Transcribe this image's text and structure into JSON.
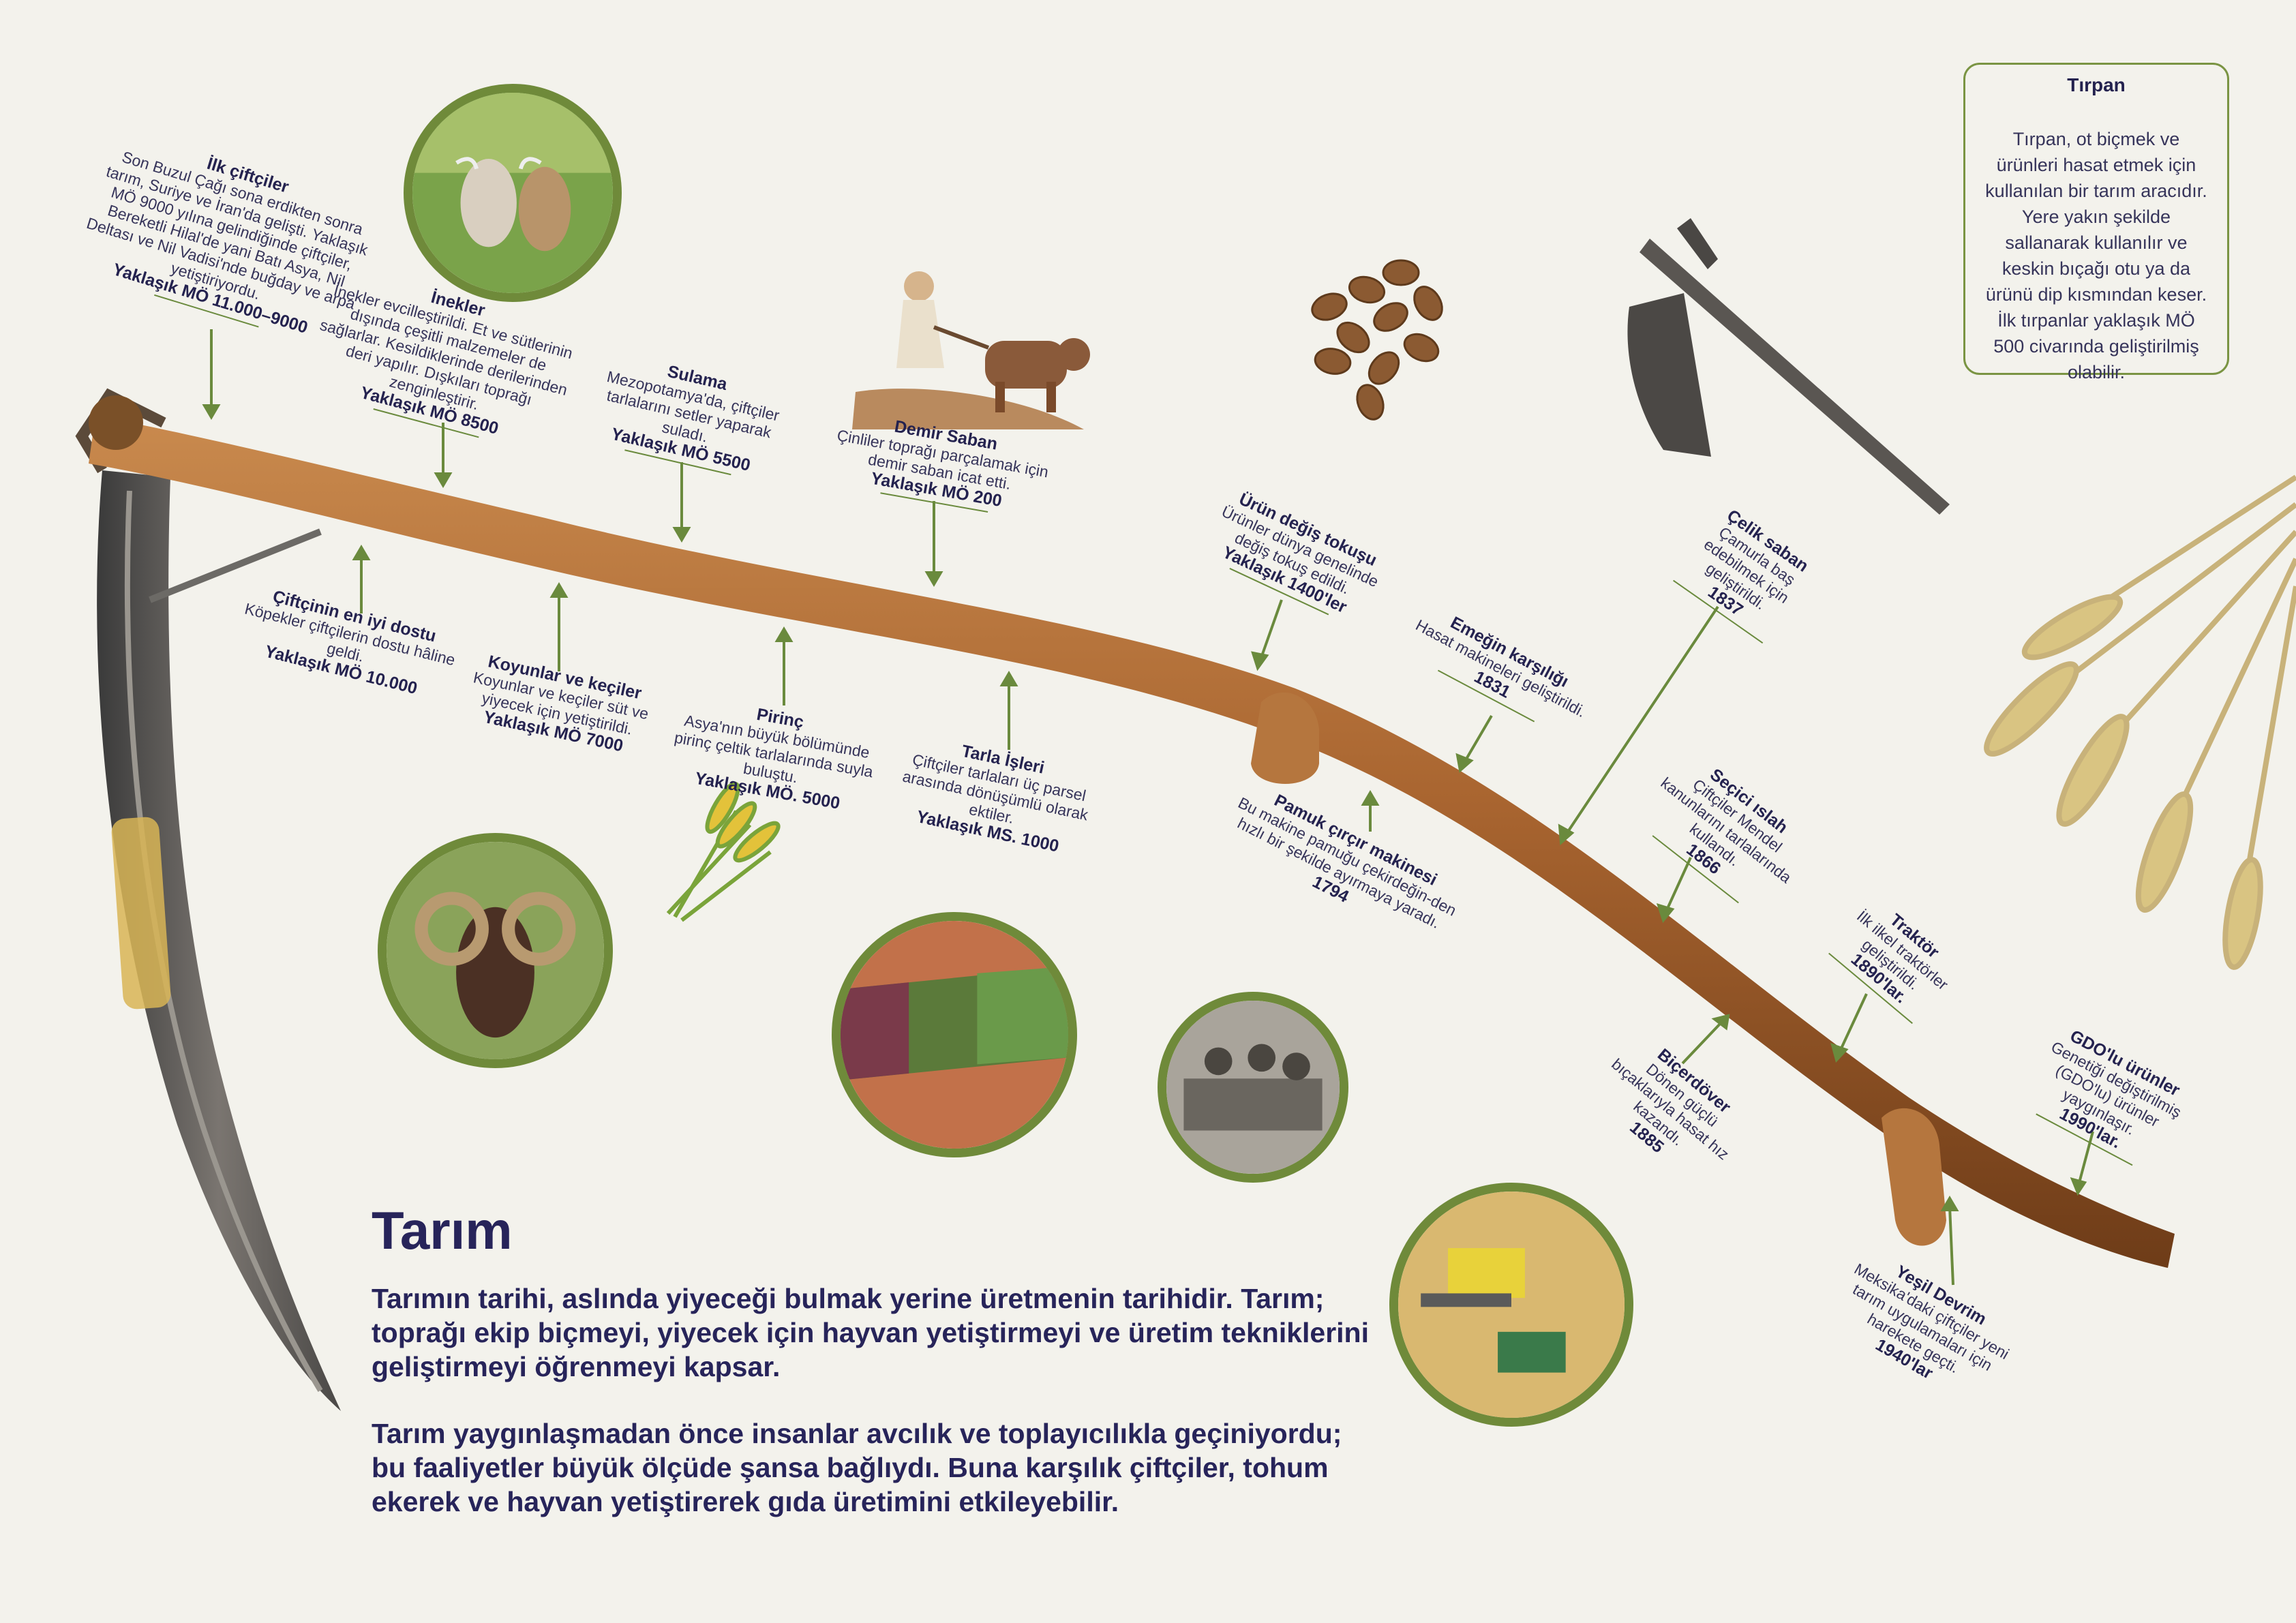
{
  "info_box": {
    "title": "Tırpan",
    "text": "Tırpan, ot biçmek ve ürünleri hasat etmek için kullanılan bir tarım aracıdır. Yere yakın şekilde sallanarak kullanılır ve keskin bıçağı otu ya da ürünü dip kısmından keser. İlk tırpanlar yaklaşık MÖ 500 civarında geliştirilmiş olabilir."
  },
  "main": {
    "title": "Tarım",
    "paragraph1": "Tarımın tarihi, aslında yiyeceği bulmak yerine üretmenin tarihidir. Tarım; toprağı ekip biçmeyi, yiyecek için hayvan yetiştirmeyi ve üretim tekniklerini geliştirmeyi öğrenmeyi kapsar.",
    "paragraph2": "Tarım yaygınlaşmadan önce insanlar avcılık ve toplayıcılıkla geçiniyordu; bu faaliyetler büyük ölçüde şansa bağlıydı. Buna karşılık çiftçiler, tohum ekerek ve hayvan yetiştirerek gıda üretimini etkileyebilir."
  },
  "events": [
    {
      "title": "İlk çiftçiler",
      "desc": "Son Buzul Çağı sona erdikten sonra tarım, Suriye ve İran'da gelişti. Yaklaşık MÖ 9000 yılına gelindiğinde çiftçiler, Bereketli Hilal'de yani Batı Asya, Nil Deltası ve Nil Vadisi'nde buğday ve arpa yetiştiriyordu.",
      "date": "Yaklaşık MÖ 11.000–9000"
    },
    {
      "title": "İnekler",
      "desc": "İnekler evcilleştirildi. Et ve sütlerinin dışında çeşitli malzemeler de sağlarlar. Kesildiklerinde derilerinden deri yapılır. Dışkıları toprağı zenginleştirir.",
      "date": "Yaklaşık MÖ 8500"
    },
    {
      "title": "Sulama",
      "desc": "Mezopotamya'da, çiftçiler tarlalarını setler yaparak suladı.",
      "date": "Yaklaşık MÖ 5500"
    },
    {
      "title": "Demir Saban",
      "desc": "Çinliler toprağı parçalamak için demir saban icat etti.",
      "date": "Yaklaşık MÖ 200"
    },
    {
      "title": "Çiftçinin en iyi dostu",
      "desc": "Köpekler çiftçilerin dostu hâline geldi.",
      "date": "Yaklaşık MÖ 10.000"
    },
    {
      "title": "Koyunlar ve keçiler",
      "desc": "Koyunlar ve keçiler süt ve yiyecek için yetiştirildi.",
      "date": "Yaklaşık MÖ 7000"
    },
    {
      "title": "Pirinç",
      "desc": "Asya'nın büyük bölümünde pirinç çeltik tarlalarında suyla buluştu.",
      "date": "Yaklaşık MÖ. 5000"
    },
    {
      "title": "Tarla İşleri",
      "desc": "Çiftçiler tarlaları üç parsel arasında dönüşümlü olarak ektiler.",
      "date": "Yaklaşık MS. 1000"
    },
    {
      "title": "Ürün değiş tokuşu",
      "desc": "Ürünler dünya genelinde değiş tokuş edildi.",
      "date": "Yaklaşık 1400'ler"
    },
    {
      "title": "Emeğin karşılığı",
      "desc": "Hasat makineleri geliştirildi.",
      "date": "1831"
    },
    {
      "title": "Çelik saban",
      "desc": "Çamurla baş edebilmek için geliştirildi.",
      "date": "1837"
    },
    {
      "title": "Pamuk çırçır makinesi",
      "desc": "Bu makine pamuğu çekirdeğin-den hızlı bir şekilde ayırmaya yaradı.",
      "date": "1794"
    },
    {
      "title": "Seçici ıslah",
      "desc": "Çiftçiler Mendel kanunlarını tarlalarında kullandı.",
      "date": "1866"
    },
    {
      "title": "Traktör",
      "desc": "İlk ilkel traktörler geliştirildi.",
      "date": "1890'lar."
    },
    {
      "title": "Biçerdöver",
      "desc": "Dönen güçlü bıçaklarıyla hasat hız kazandı.",
      "date": "1885"
    },
    {
      "title": "GDO'lu ürünler",
      "desc": "Genetiği değiştirilmiş (GDO'lu) ürünler yaygınlaşır.",
      "date": "1990'lar."
    },
    {
      "title": "Yeşil Devrim",
      "desc": "Meksika'daki çiftçiler yeni tarım uygulamaları için harekete geçti.",
      "date": "1940'lar"
    }
  ],
  "images": {
    "cows": "cows-photo",
    "plough": "ox-plough-illustration",
    "beans": "coffee-beans-photo",
    "steel_plough": "steel-plough-photo",
    "wheat": "wheat-bundle-photo",
    "ram": "ram-photo",
    "rice": "rice-stalks-illustration",
    "fields": "aerial-fields-photo",
    "cotton_gin": "cotton-gin-historic-photo",
    "combine": "combine-harvester-photo",
    "scythe": "scythe-photo"
  },
  "colors": {
    "accent": "#6f8a3a",
    "text": "#24224f",
    "background": "#f3f2ec"
  }
}
